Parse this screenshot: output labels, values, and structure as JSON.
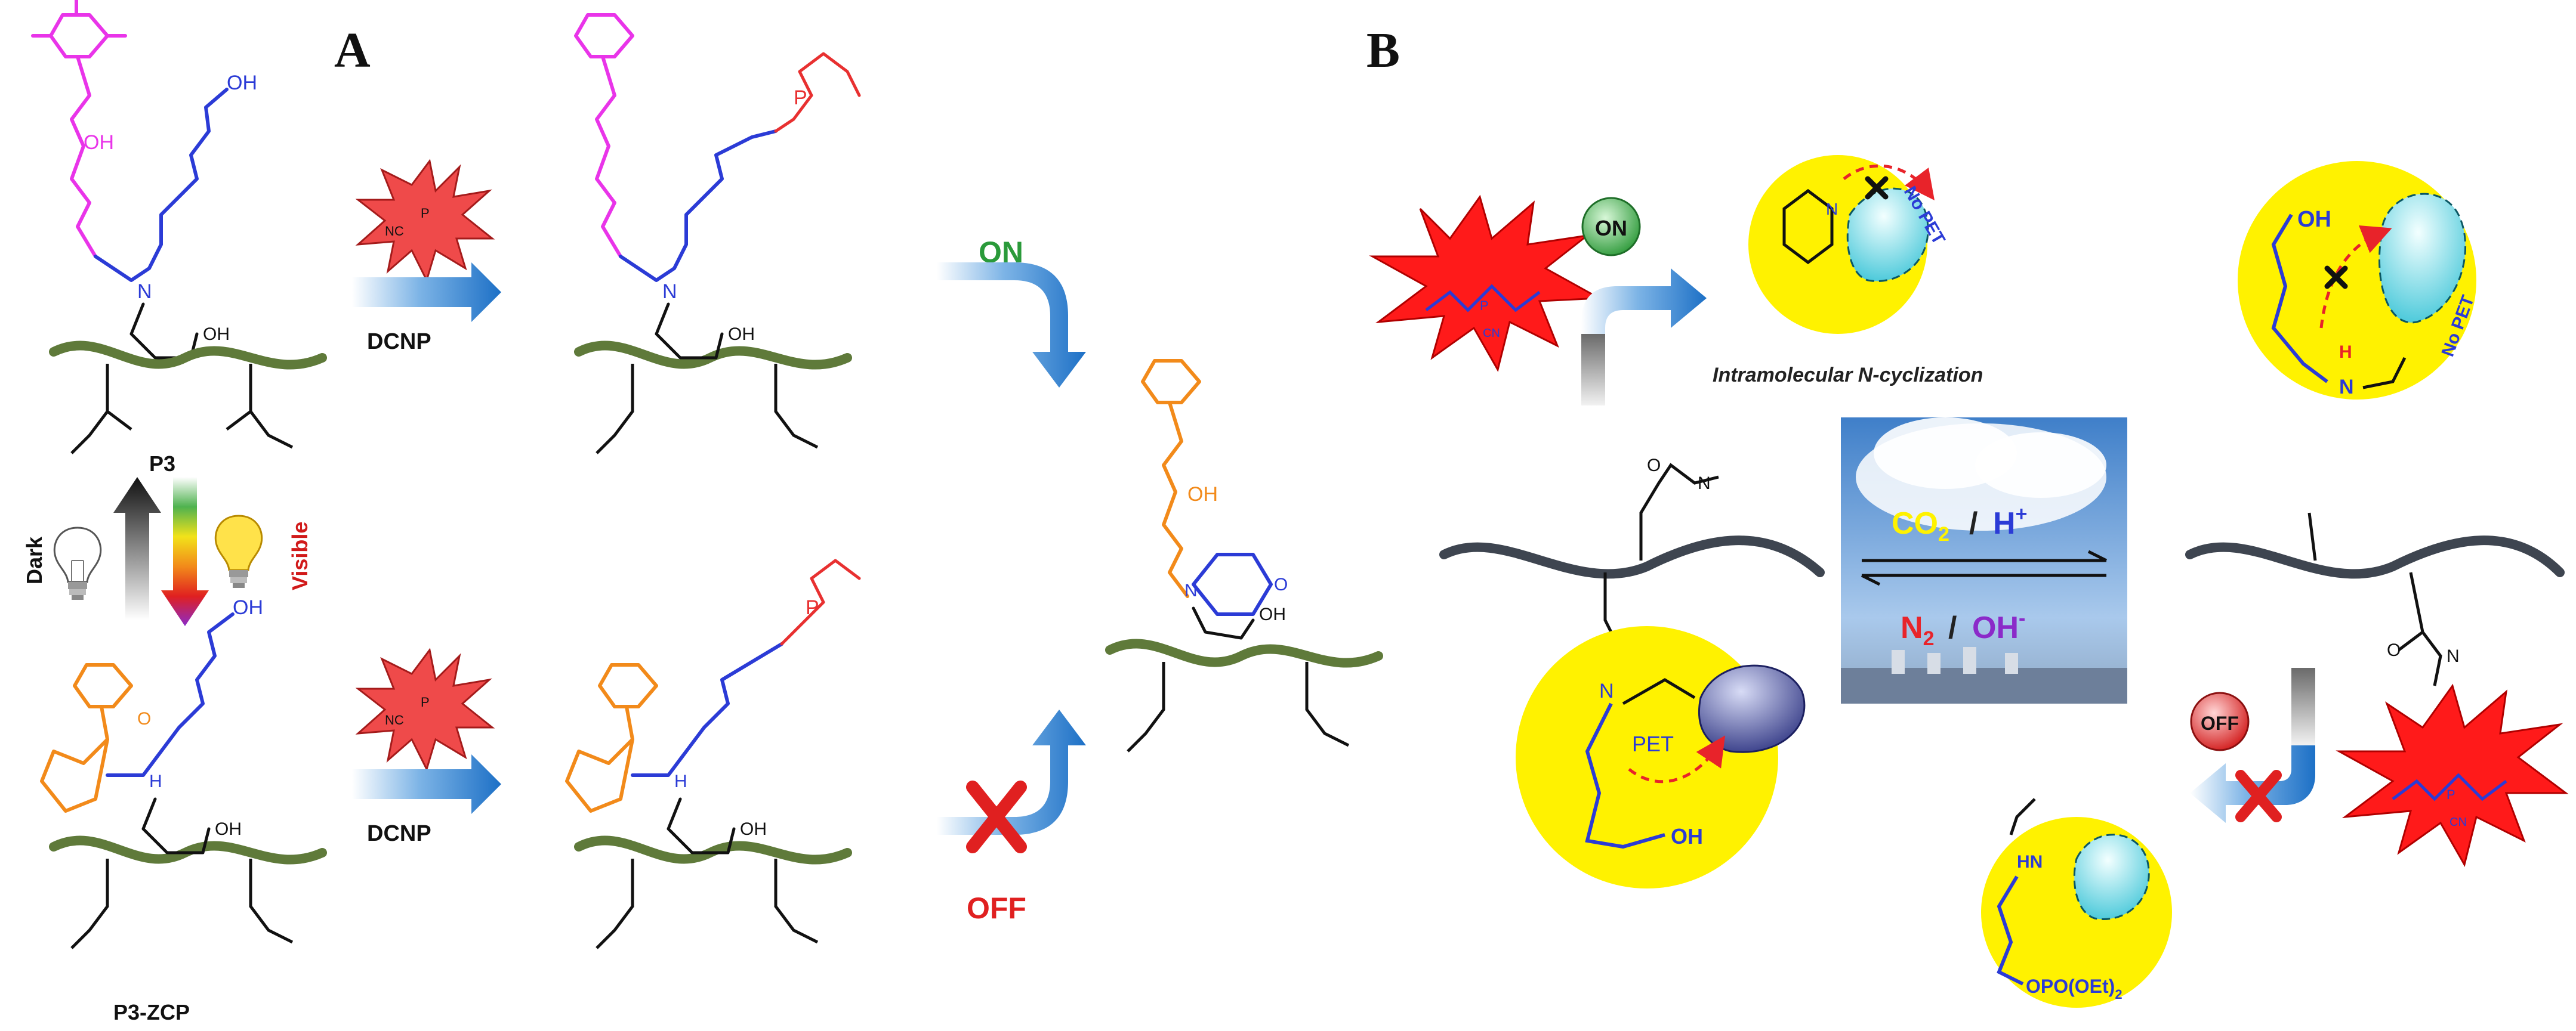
{
  "panels": {
    "a": {
      "letter": "A"
    },
    "b": {
      "letter": "B"
    }
  },
  "panel_a": {
    "polymer_label_top": "P3",
    "polymer_label_bottom": "P3-ZCP",
    "reagent_top": "DCNP",
    "reagent_bottom": "DCNP",
    "dark_label": "Dark",
    "visible_label": "Visible",
    "on_label": "ON",
    "off_label": "OFF",
    "atoms": {
      "oh": "OH",
      "n": "N",
      "o": "O",
      "p": "P",
      "nc": "NC",
      "hn_plus": "H",
      "n_plus": "N",
      "o_minus": "O"
    }
  },
  "panel_b": {
    "on_badge": "ON",
    "off_badge": "OFF",
    "no_pet_top": "No PET",
    "no_pet_right": "No PET",
    "caption": "Intramolecular N-cyclization",
    "pet_label": "PET",
    "co2_label": "CO",
    "co2_sub": "2",
    "h_label": "H",
    "h_sup": "+",
    "n2_label": "N",
    "n2_sub": "2",
    "oh_label": "OH",
    "oh_sup": "-",
    "slash": "/",
    "right_oh": "OH",
    "right_h": "H",
    "right_n": "N",
    "bottom_oh": "OH",
    "left_n": "N",
    "cyclized_n": "N",
    "product_hn": "HN",
    "product_tail": "OPO(OEt)",
    "product_tail_sub": "2",
    "cn": "CN",
    "p": "P",
    "o": "O"
  },
  "colors": {
    "magenta": "#e934e9",
    "orange": "#f28a1a",
    "blue_chain": "#2b3bd6",
    "red": "#e8232a",
    "phosphate_red": "#e83030",
    "polymer_green": "#5f7a3a",
    "on_green": "#2a9a3a",
    "off_red": "#e02020",
    "yellow_circle": "#fff200",
    "arrow_blue": "#1f7fd0",
    "dark_text": "#222222"
  }
}
